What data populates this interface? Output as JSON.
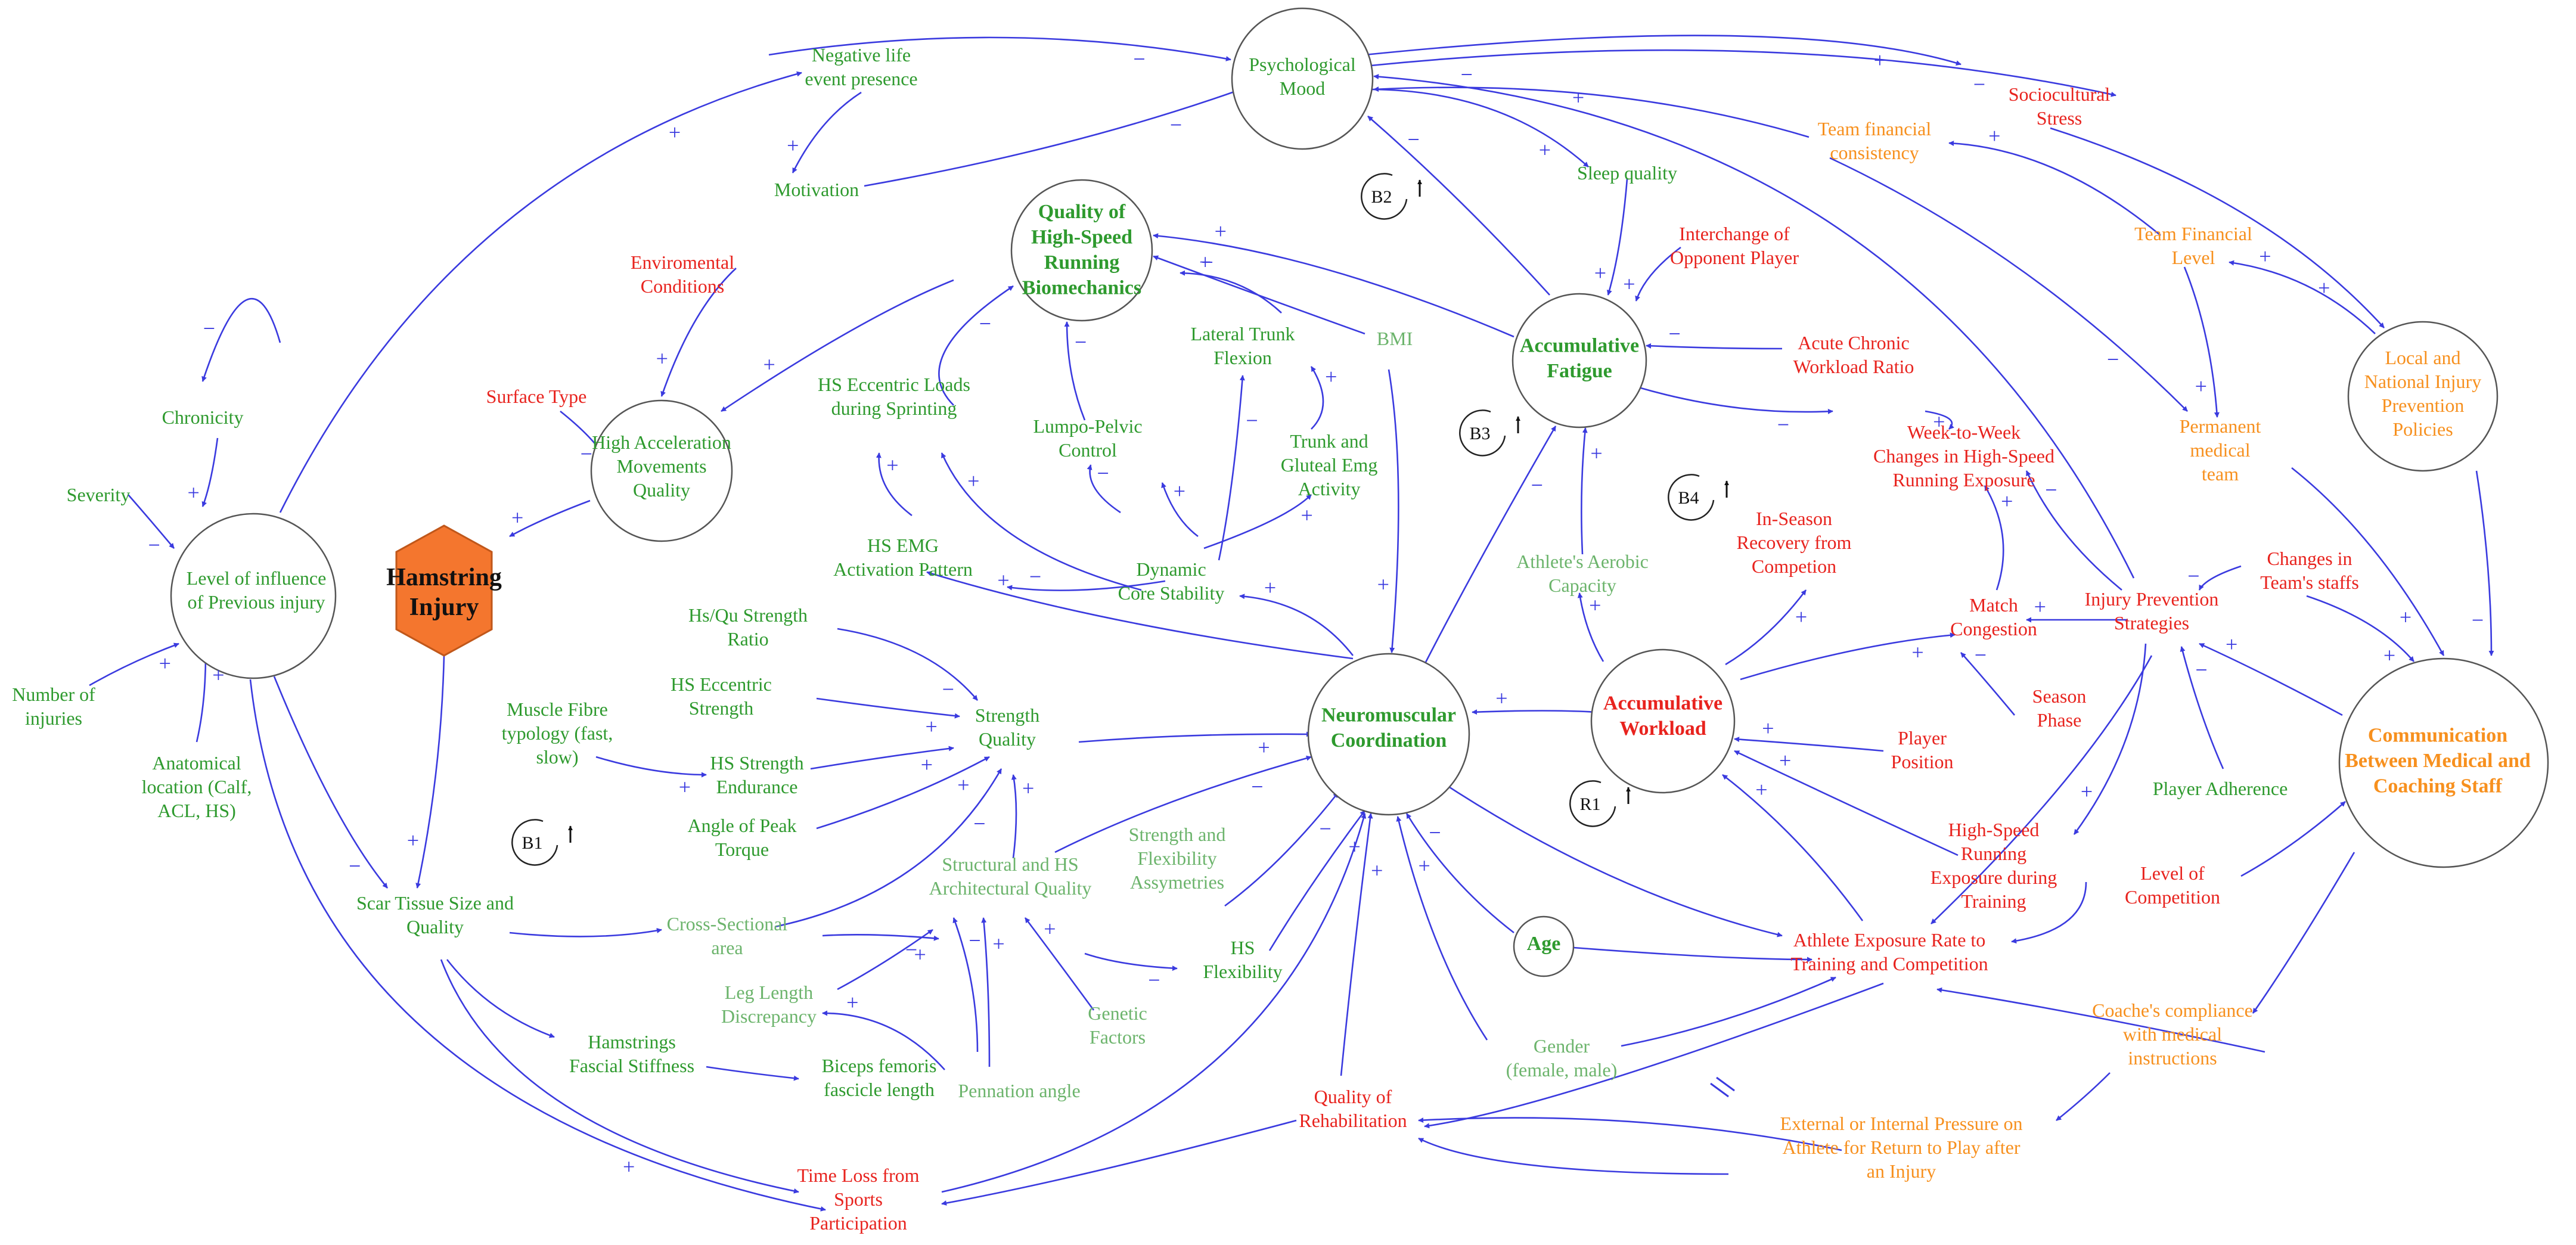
{
  "colors": {
    "green": "#2e9a2e",
    "light_green": "#6cb46c",
    "red": "#e8231e",
    "orange": "#f7901e",
    "edge": "#3a3adf",
    "injury_fill": "#f4762e",
    "injury_stroke": "#c0571a",
    "circle_stroke": "#555555",
    "black": "#111111"
  },
  "hamstring_injury": {
    "line1": "Hamstring",
    "line2": "Injury"
  },
  "nodes": [
    {
      "id": "psych",
      "lines": [
        "Psychological",
        "Mood"
      ],
      "color": "green"
    },
    {
      "id": "negative",
      "lines": [
        "Negative life",
        "event presence"
      ],
      "color": "green"
    },
    {
      "id": "motivation",
      "lines": [
        "Motivation"
      ],
      "color": "green"
    },
    {
      "id": "sleep",
      "lines": [
        "Sleep quality"
      ],
      "color": "green"
    },
    {
      "id": "socio",
      "lines": [
        "Sociocultural",
        "Stress"
      ],
      "color": "red"
    },
    {
      "id": "teamcons",
      "lines": [
        "Team financial",
        "consistency"
      ],
      "color": "orange"
    },
    {
      "id": "teamfin",
      "lines": [
        "Team Financial",
        "Level"
      ],
      "color": "orange"
    },
    {
      "id": "local",
      "lines": [
        "Local and",
        "National Injury",
        "Prevention",
        "Policies"
      ],
      "color": "orange"
    },
    {
      "id": "permanent",
      "lines": [
        "Permanent",
        "medical",
        "team"
      ],
      "color": "orange"
    },
    {
      "id": "quality",
      "lines": [
        "Quality of",
        "High-Speed",
        "Running",
        "Biomechanics"
      ],
      "color": "green",
      "bold": true
    },
    {
      "id": "interchange",
      "lines": [
        "Interchange of",
        "Opponent Player"
      ],
      "color": "red"
    },
    {
      "id": "fatigue",
      "lines": [
        "Accumulative",
        "Fatigue"
      ],
      "color": "green",
      "bold": true
    },
    {
      "id": "acwr",
      "lines": [
        "Acute Chronic",
        "Workload Ratio"
      ],
      "color": "red"
    },
    {
      "id": "env",
      "lines": [
        "Enviromental",
        "Conditions"
      ],
      "color": "red"
    },
    {
      "id": "surface",
      "lines": [
        "Surface Type"
      ],
      "color": "red"
    },
    {
      "id": "chronicity",
      "lines": [
        "Chronicity"
      ],
      "color": "green"
    },
    {
      "id": "severity",
      "lines": [
        "Severity"
      ],
      "color": "green"
    },
    {
      "id": "level",
      "lines": [
        "Level of influence",
        "of Previous injury"
      ],
      "color": "green"
    },
    {
      "id": "numinj",
      "lines": [
        "Number of",
        "injuries"
      ],
      "color": "green"
    },
    {
      "id": "anat",
      "lines": [
        "Anatomical",
        "location (Calf,",
        "ACL, HS)"
      ],
      "color": "green"
    },
    {
      "id": "highacc",
      "lines": [
        "High Acceleration",
        "Movements",
        "Quality"
      ],
      "color": "green"
    },
    {
      "id": "hsecc",
      "lines": [
        "HS Eccentric Loads",
        "during Sprinting"
      ],
      "color": "green"
    },
    {
      "id": "lateral",
      "lines": [
        "Lateral Trunk",
        "Flexion"
      ],
      "color": "green"
    },
    {
      "id": "bmi",
      "lines": [
        "BMI"
      ],
      "color": "light_green"
    },
    {
      "id": "lumpo",
      "lines": [
        "Lumpo-Pelvic",
        "Control"
      ],
      "color": "green"
    },
    {
      "id": "trunk",
      "lines": [
        "Trunk and",
        "Gluteal Emg",
        "Activity"
      ],
      "color": "green"
    },
    {
      "id": "weekly",
      "lines": [
        "Week-to-Week",
        "Changes in High-Speed",
        "Running Exposure"
      ],
      "color": "red"
    },
    {
      "id": "hsemg",
      "lines": [
        "HS EMG",
        "Activation Pattern"
      ],
      "color": "green"
    },
    {
      "id": "dynamic",
      "lines": [
        "Dynamic",
        "Core Stability"
      ],
      "color": "green"
    },
    {
      "id": "aerobic",
      "lines": [
        "Athlete's Aerobic",
        "Capacity"
      ],
      "color": "light_green"
    },
    {
      "id": "inseason",
      "lines": [
        "In-Season",
        "Recovery from",
        "Competion"
      ],
      "color": "red"
    },
    {
      "id": "changes",
      "lines": [
        "Changes in",
        "Team's staffs"
      ],
      "color": "red"
    },
    {
      "id": "injprev",
      "lines": [
        "Injury Prevention",
        "Strategies"
      ],
      "color": "red"
    },
    {
      "id": "match",
      "lines": [
        "Match",
        "Congestion"
      ],
      "color": "red"
    },
    {
      "id": "hsqu",
      "lines": [
        "Hs/Qu Strength",
        "Ratio"
      ],
      "color": "green"
    },
    {
      "id": "hsecstr",
      "lines": [
        "HS Eccentric",
        "Strength"
      ],
      "color": "green"
    },
    {
      "id": "strength",
      "lines": [
        "Strength",
        "Quality"
      ],
      "color": "green"
    },
    {
      "id": "neuro",
      "lines": [
        "Neuromuscular",
        "Coordination"
      ],
      "color": "green",
      "bold": true
    },
    {
      "id": "workload",
      "lines": [
        "Accumulative",
        "Workload"
      ],
      "color": "red",
      "bold": true
    },
    {
      "id": "season",
      "lines": [
        "Season",
        "Phase"
      ],
      "color": "red"
    },
    {
      "id": "communication",
      "lines": [
        "Communication",
        "Between Medical and",
        "Coaching Staff"
      ],
      "color": "orange",
      "bold": true
    },
    {
      "id": "fibre",
      "lines": [
        "Muscle Fibre",
        "typology (fast,",
        "slow)"
      ],
      "color": "green"
    },
    {
      "id": "hsend",
      "lines": [
        "HS Strength",
        "Endurance"
      ],
      "color": "green"
    },
    {
      "id": "angle",
      "lines": [
        "Angle of Peak",
        "Torque"
      ],
      "color": "green"
    },
    {
      "id": "position",
      "lines": [
        "Player",
        "Position"
      ],
      "color": "red"
    },
    {
      "id": "adherence",
      "lines": [
        "Player Adherence"
      ],
      "color": "green"
    },
    {
      "id": "strflex",
      "lines": [
        "Strength and",
        "Flexibility",
        "Assymetries"
      ],
      "color": "light_green"
    },
    {
      "id": "structural",
      "lines": [
        "Structural and HS",
        "Architectural Quality"
      ],
      "color": "light_green"
    },
    {
      "id": "hsexp",
      "lines": [
        "High-Speed",
        "Running",
        "Exposure during",
        "Training"
      ],
      "color": "red"
    },
    {
      "id": "levelcomp",
      "lines": [
        "Level of",
        "Competition"
      ],
      "color": "red"
    },
    {
      "id": "scar",
      "lines": [
        "Scar Tissue Size and",
        "Quality"
      ],
      "color": "green"
    },
    {
      "id": "cross",
      "lines": [
        "Cross-Sectional",
        "area"
      ],
      "color": "light_green"
    },
    {
      "id": "hsflex",
      "lines": [
        "HS",
        "Flexibility"
      ],
      "color": "green"
    },
    {
      "id": "age",
      "lines": [
        "Age"
      ],
      "color": "green",
      "bold": true
    },
    {
      "id": "exposure",
      "lines": [
        "Athlete Exposure Rate to",
        "Training and Competition"
      ],
      "color": "red"
    },
    {
      "id": "leglen",
      "lines": [
        "Leg Length",
        "Discrepancy"
      ],
      "color": "light_green"
    },
    {
      "id": "genetic",
      "lines": [
        "Genetic",
        "Factors"
      ],
      "color": "light_green"
    },
    {
      "id": "coach",
      "lines": [
        "Coache's compliance",
        "with medical",
        "instructions"
      ],
      "color": "orange"
    },
    {
      "id": "fascial",
      "lines": [
        "Hamstrings",
        "Fascial Stiffness"
      ],
      "color": "green"
    },
    {
      "id": "biceps",
      "lines": [
        "Biceps femoris",
        "fascicle length"
      ],
      "color": "green"
    },
    {
      "id": "pennation",
      "lines": [
        "Pennation angle"
      ],
      "color": "light_green"
    },
    {
      "id": "gender",
      "lines": [
        "Gender",
        "(female, male)"
      ],
      "color": "light_green"
    },
    {
      "id": "rehab",
      "lines": [
        "Quality of",
        "Rehabilitation"
      ],
      "color": "red"
    },
    {
      "id": "pressure",
      "lines": [
        "External or Internal Pressure on",
        "Athlete for Return to Play after",
        "an Injury"
      ],
      "color": "orange"
    },
    {
      "id": "timeloss",
      "lines": [
        "Time Loss from",
        "Sports",
        "Participation"
      ],
      "color": "red"
    }
  ],
  "loops": [
    "B1",
    "B2",
    "B3",
    "B4",
    "R1"
  ],
  "signs": [
    "+",
    "−",
    "+",
    "−",
    "+",
    "+",
    "−",
    "−",
    "+",
    "+",
    "−",
    "+",
    "+",
    "+",
    "−",
    "+",
    "+",
    "−",
    "+",
    "−",
    "+",
    "−",
    "+",
    "−",
    "+",
    "+",
    "−",
    "+",
    "+",
    "−",
    "+",
    "−",
    "+",
    "+",
    "−",
    "+",
    "−",
    "+",
    "+",
    "−",
    "+",
    "+",
    "−",
    "+",
    "−",
    "+",
    "+",
    "+",
    "−",
    "+",
    "+",
    "+",
    "−",
    "+",
    "+",
    "+",
    "−",
    "+",
    "−",
    "+",
    "+",
    "−",
    "−",
    "+",
    "+",
    "+",
    "+",
    "+",
    "−",
    "+",
    "+",
    "+",
    "+",
    "−",
    "+",
    "+",
    "−",
    "−",
    "+",
    "−",
    "+",
    "+",
    "−",
    "−",
    "+",
    "+",
    "+",
    "+",
    "−"
  ]
}
